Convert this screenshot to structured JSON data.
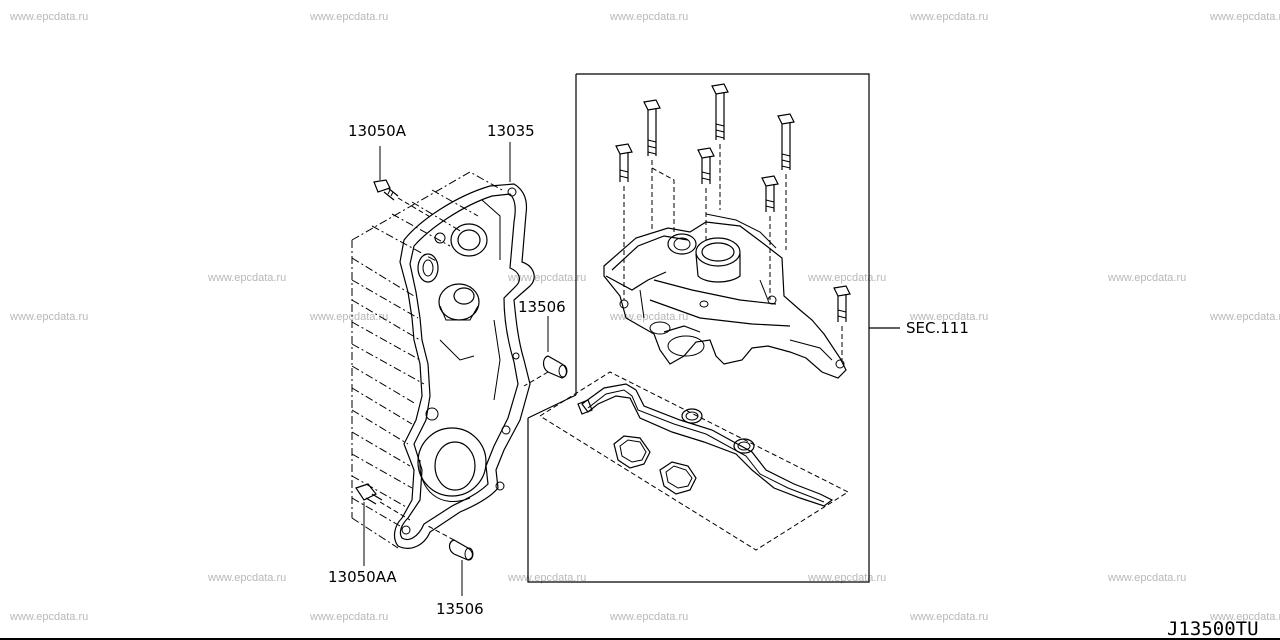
{
  "watermark": "www.epcdata.ru",
  "labels": {
    "part_13050a": "13050A",
    "part_13035": "13035",
    "part_13506_upper": "13506",
    "part_13506_lower": "13506",
    "part_13050aa": "13050AA",
    "section_ref": "SEC.111"
  },
  "diagram_code": "J13500TU"
}
